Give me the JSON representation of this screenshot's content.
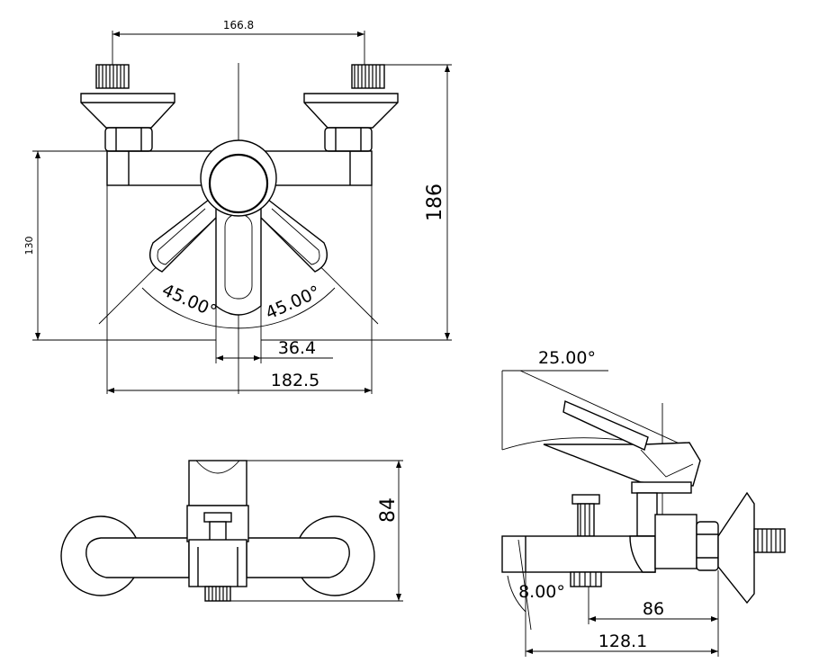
{
  "dimensions": {
    "top_width": "166.8",
    "height_total": "186",
    "height_body": "130",
    "angle_left": "45.00°",
    "angle_right": "45.00°",
    "offset_center": "36.4",
    "overall_width": "182.5",
    "front_height": "84",
    "spout_angle": "25.00°",
    "tilt_angle": "8.00°",
    "side_depth": "86",
    "side_overall": "128.1"
  }
}
